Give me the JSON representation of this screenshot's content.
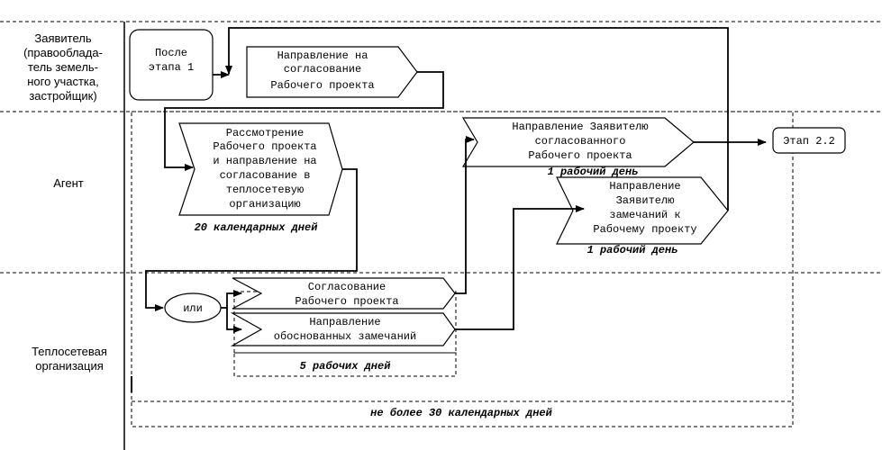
{
  "lanes": {
    "applicant": [
      "Заявитель",
      "(правооблада-",
      "тель земель-",
      "ного участка,",
      "застройщик)"
    ],
    "agent": [
      "Агент"
    ],
    "heat_org": [
      "Теплосетевая",
      "организация"
    ]
  },
  "nodes": {
    "start": [
      "После",
      "этапа 1"
    ],
    "send_approval": [
      "Направление на",
      "согласование",
      "Рабочего проекта"
    ],
    "review": [
      "Рассмотрение",
      "Рабочего проекта",
      "и направление на",
      "согласование в",
      "теплосетевую",
      "организацию"
    ],
    "review_time": "20 календарных дней",
    "send_approved": [
      "Направление Заявителю",
      "согласованного",
      "Рабочего проекта"
    ],
    "send_approved_time": "1 рабочий день",
    "send_remarks": [
      "Направление",
      "Заявителю",
      "замечаний к",
      "Рабочему проекту"
    ],
    "send_remarks_time": "1 рабочий день",
    "stage_next": "Этап 2.2",
    "or_gate": "или",
    "approve": [
      "Согласование",
      "Рабочего проекта"
    ],
    "remarks": [
      "Направление",
      "обоснованных замечаний"
    ],
    "heat_time": "5 рабочих дней",
    "total_time": "не более 30 календарных дней"
  }
}
